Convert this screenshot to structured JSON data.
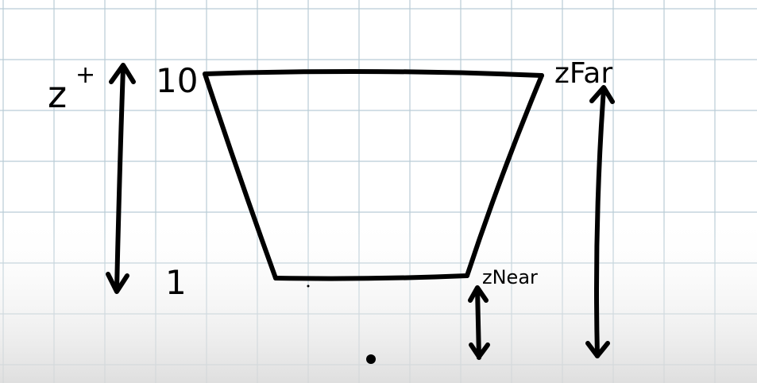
{
  "diagram": {
    "labels": {
      "z_axis": "z",
      "z_axis_sup": "+",
      "far_value": "10",
      "near_value": "1",
      "z_far": "zFar",
      "z_near": "zNear"
    },
    "colors": {
      "grid_line": "#b9ccd6",
      "ink": "#000000",
      "paper": "#ffffff",
      "bottom_fade": "#e6e6e6"
    }
  }
}
